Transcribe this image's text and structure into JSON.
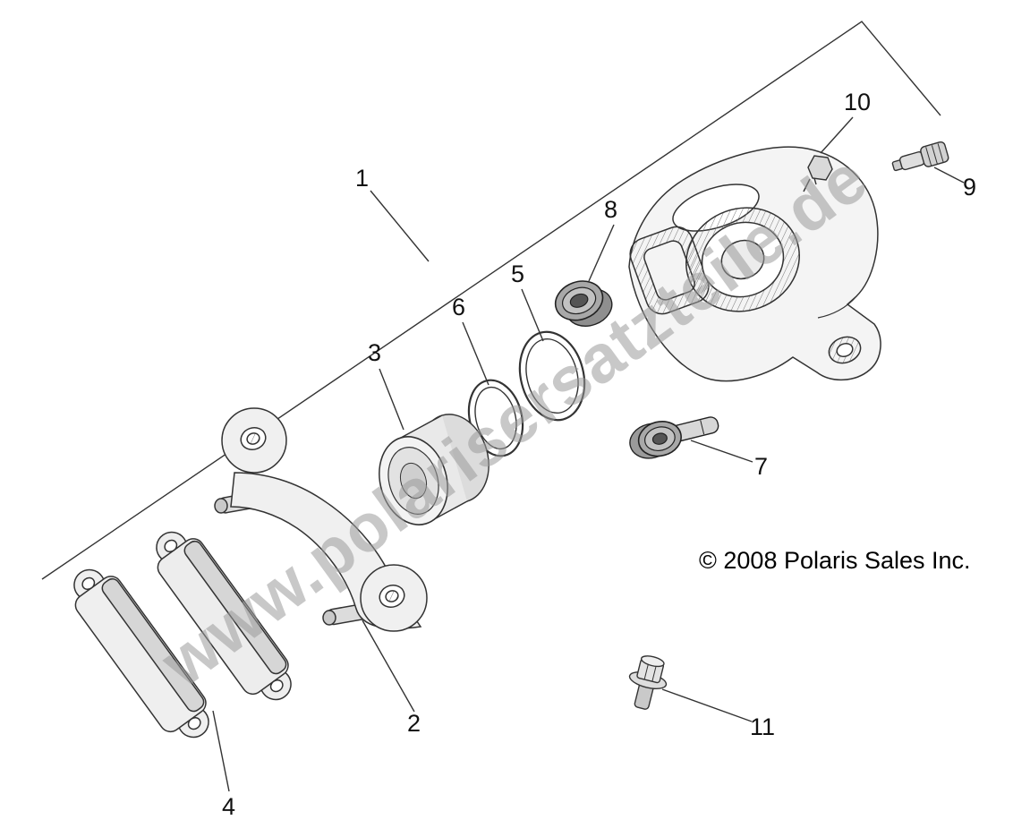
{
  "watermark": {
    "text": "www.polarisersatzteile.de"
  },
  "copyright": {
    "text": "© 2008 Polaris Sales Inc."
  },
  "callouts": [
    "1",
    "2",
    "3",
    "4",
    "5",
    "6",
    "7",
    "8",
    "9",
    "10",
    "11"
  ]
}
